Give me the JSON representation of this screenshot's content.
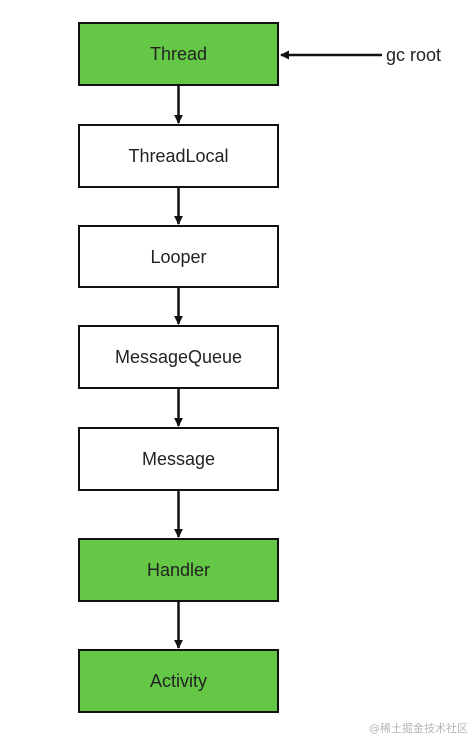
{
  "nodes": [
    {
      "label": "Thread",
      "fill": "#64c846"
    },
    {
      "label": "ThreadLocal",
      "fill": "#ffffff"
    },
    {
      "label": "Looper",
      "fill": "#ffffff"
    },
    {
      "label": "MessageQueue",
      "fill": "#ffffff"
    },
    {
      "label": "Message",
      "fill": "#ffffff"
    },
    {
      "label": "Handler",
      "fill": "#64c846"
    },
    {
      "label": "Activity",
      "fill": "#64c846"
    }
  ],
  "side_label": "gc root",
  "watermark": "@稀土掘金技术社区",
  "colors": {
    "highlight": "#64c846",
    "plain": "#ffffff",
    "stroke": "#111111"
  }
}
